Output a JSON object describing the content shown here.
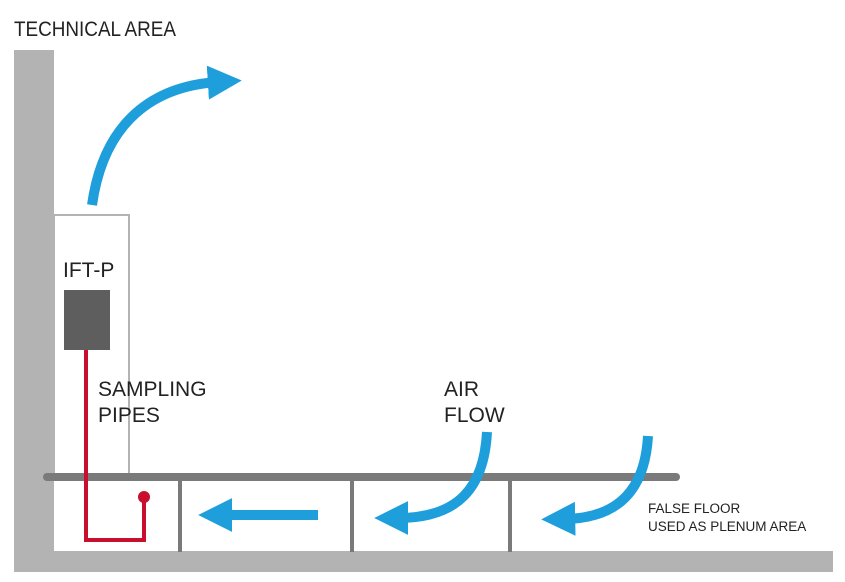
{
  "labels": {
    "title": "TECHNICAL AREA",
    "device": "IFT-P",
    "sampling_line1": "SAMPLING",
    "sampling_line2": "PIPES",
    "airflow_line1": "AIR",
    "airflow_line2": "FLOW",
    "floor_line1": "FALSE FLOOR",
    "floor_line2": "USED AS PLENUM AREA"
  },
  "colors": {
    "airflow": "#1E9FDB",
    "pipe": "#C8102E",
    "structure": "#B3B3B3",
    "floor_line": "#7A7A7A",
    "device": "#5E5E5E",
    "text": "#222222"
  },
  "icons": {
    "airflow": "curved-arrow",
    "device": "detector-box"
  }
}
